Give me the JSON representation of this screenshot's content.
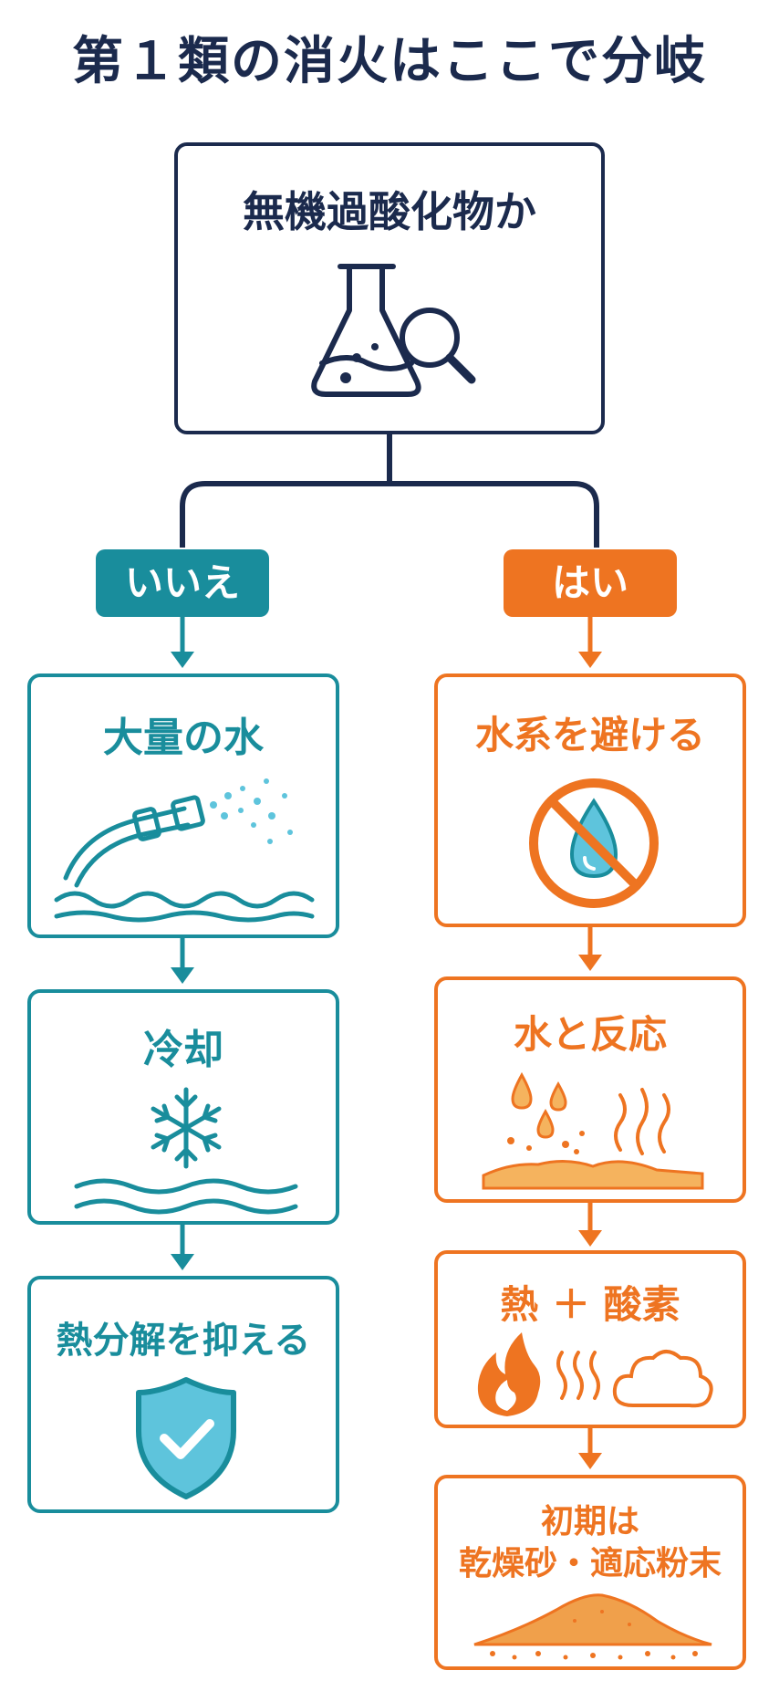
{
  "title": "第１類の消火はここで分岐",
  "root": {
    "question": "無機過酸化物か",
    "icon": "flask-magnifier-icon"
  },
  "branches": {
    "no": {
      "label": "いいえ",
      "color": "#198d9c",
      "steps": [
        {
          "text": "大量の水",
          "icon": "water-hose-icon"
        },
        {
          "text": "冷却",
          "icon": "snowflake-icon"
        },
        {
          "text": "熱分解を抑える",
          "icon": "shield-check-icon"
        }
      ]
    },
    "yes": {
      "label": "はい",
      "color": "#ee7421",
      "steps": [
        {
          "text": "水系を避ける",
          "icon": "no-water-icon"
        },
        {
          "text": "水と反応",
          "icon": "water-reaction-icon"
        },
        {
          "text": "熱 ＋ 酸素",
          "icon": "fire-heat-cloud-icon"
        },
        {
          "line1": "初期は",
          "line2": "乾燥砂・適応粉末",
          "icon": "sand-pile-icon"
        }
      ]
    }
  },
  "colors": {
    "navy": "#1b2a4d",
    "teal": "#198d9c",
    "orange": "#ee7421",
    "light_blue": "#5ec4dc"
  }
}
